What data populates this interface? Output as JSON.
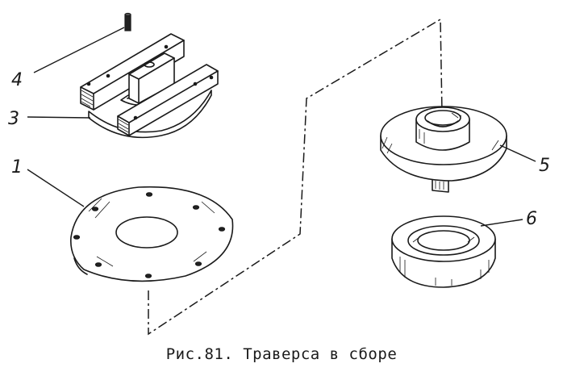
{
  "caption": "Рис.81. Траверса в сборе",
  "callouts": [
    {
      "label": "1"
    },
    {
      "label": "3"
    },
    {
      "label": "4"
    },
    {
      "label": "5"
    },
    {
      "label": "6"
    }
  ]
}
